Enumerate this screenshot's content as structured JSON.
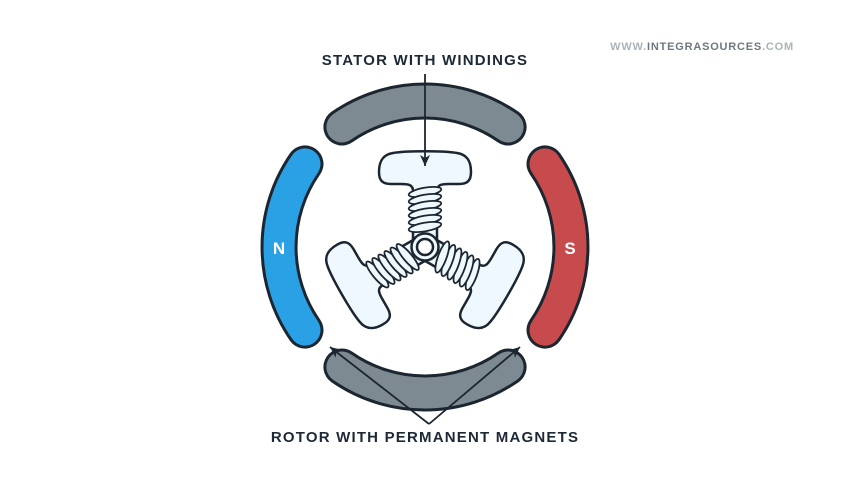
{
  "watermark": {
    "prefix": "WWW.",
    "brand": "INTEGRASOURCES",
    "suffix": ".COM"
  },
  "diagram": {
    "stator_label": "STATOR WITH WINDINGS",
    "rotor_label": "ROTOR WITH PERMANENT MAGNETS",
    "magnet_north_label": "N",
    "magnet_south_label": "S"
  },
  "colors": {
    "north_blue": "#2BA1E5",
    "south_red": "#C74A4D",
    "rotor_gray": "#7E8A91",
    "outline_dark": "#1C2630",
    "stator_fill": "#EFF8FE",
    "label_text": "#1D2A36",
    "watermark_light": "#ABB3B9",
    "watermark_dark": "#6E7880"
  }
}
